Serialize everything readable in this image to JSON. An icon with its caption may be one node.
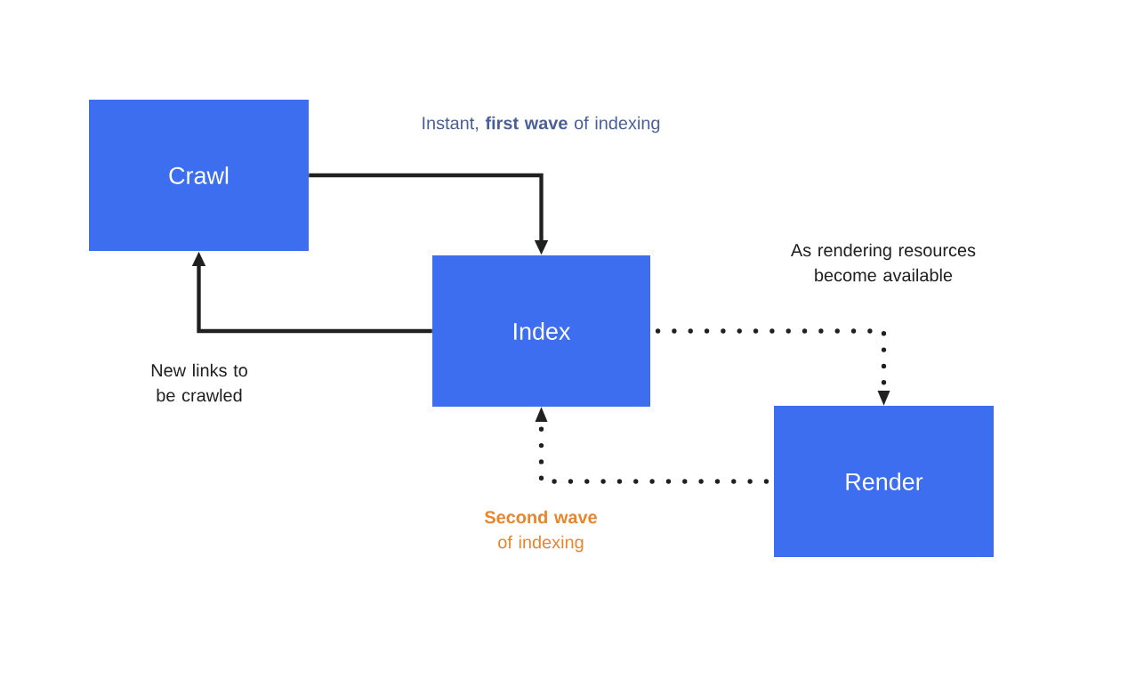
{
  "diagram": {
    "nodes": [
      {
        "text": [
          "Crawl"
        ]
      },
      {
        "text": [
          "Index"
        ]
      },
      {
        "text": [
          "Render"
        ]
      }
    ],
    "edges": [
      {
        "from": 0,
        "to": 1,
        "arrow": "to",
        "label": "Instant, **first wave** of indexing"
      },
      {
        "from": 1,
        "to": 0,
        "arrow": "to",
        "label": "New links to be crawled"
      },
      {
        "from": 1,
        "to": 2,
        "arrow": "to",
        "style": "dashed",
        "label": "As rendering resources become available"
      },
      {
        "from": 2,
        "to": 1,
        "arrow": "to",
        "style": "dashed",
        "label": "**Second wave** of indexing"
      }
    ]
  }
}
